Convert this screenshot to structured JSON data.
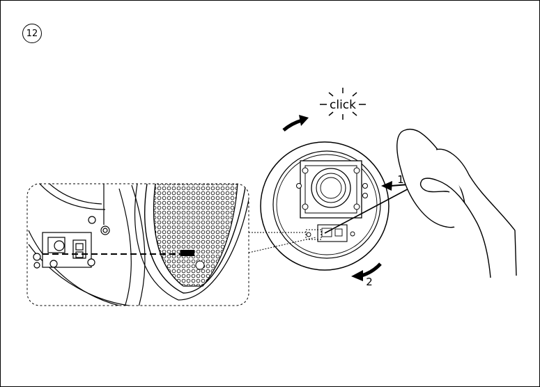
{
  "step": {
    "number": "12"
  },
  "labels": {
    "click": "click",
    "callout_1": "1",
    "callout_2": "2"
  },
  "colors": {
    "line": "#000000",
    "background": "#ffffff"
  }
}
